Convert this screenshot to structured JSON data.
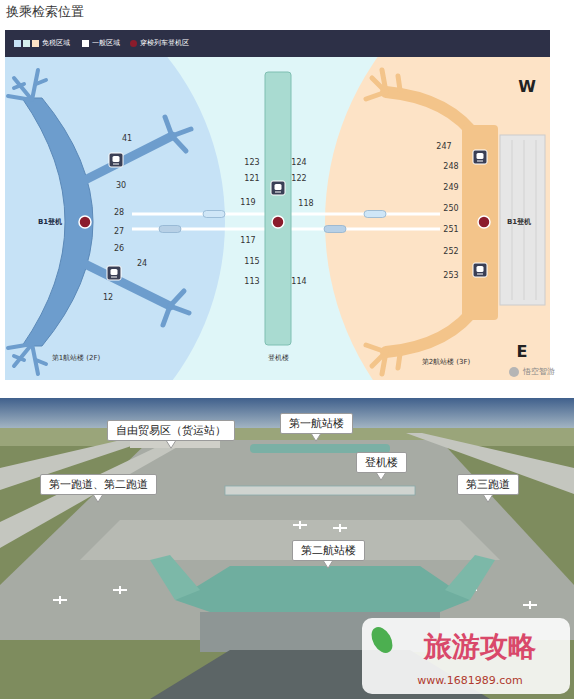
{
  "diagram": {
    "title": "换乘检索位置",
    "nodes": [
      {
        "text": [
          "自由贸易区（货运站）"
        ]
      },
      {
        "text": [
          "第一航站楼"
        ]
      },
      {
        "text": [
          "登机楼"
        ]
      },
      {
        "text": [
          "第一跑道、第二跑道"
        ]
      },
      {
        "text": [
          "第三跑道"
        ]
      },
      {
        "text": [
          "第二航站楼"
        ]
      }
    ],
    "labels": [
      "W",
      "41",
      "30",
      "28",
      "27",
      "26",
      "24",
      "12",
      "B1登机",
      "123",
      "124",
      "121",
      "122",
      "119",
      "118",
      "117",
      "115",
      "113",
      "114",
      "247",
      "248",
      "249",
      "250",
      "251",
      "252",
      "253",
      "B1登机",
      "第1航站楼 (2F)",
      "登机楼",
      "第2航站楼 (3F)",
      "E",
      "悟空智游",
      "旅游攻略",
      "www.1681989.com"
    ],
    "legend": [
      {
        "text": "免税区域",
        "color": "#c6e2f6"
      },
      {
        "text": "一般区域",
        "color": "#ffffff"
      },
      {
        "text": "穿梭列车登机区",
        "color": "#8b1c2c"
      }
    ]
  }
}
